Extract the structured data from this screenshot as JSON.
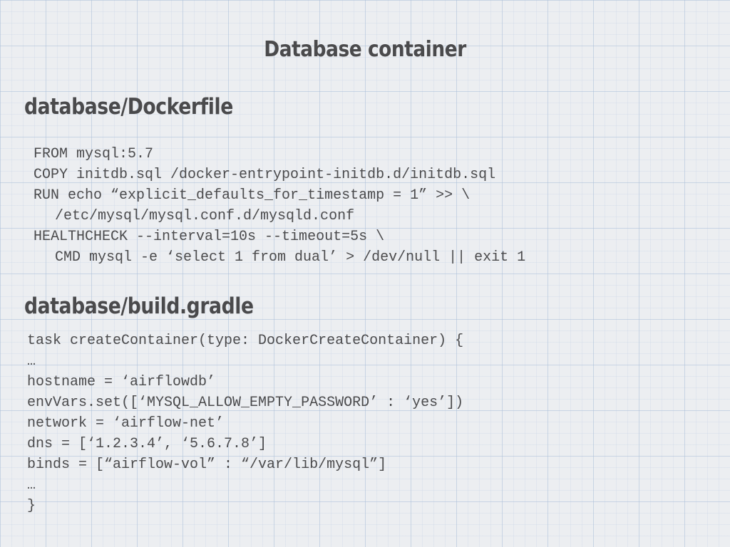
{
  "slide": {
    "title": "Database container"
  },
  "dockerfile": {
    "heading": "database/Dockerfile",
    "lines": [
      "FROM mysql:5.7",
      "COPY initdb.sql /docker-entrypoint-initdb.d/initdb.sql",
      "RUN echo “explicit_defaults_for_timestamp = 1” >> \\",
      "/etc/mysql/mysql.conf.d/mysqld.conf",
      "HEALTHCHECK --interval=10s --timeout=5s \\",
      "CMD mysql -e ‘select 1 from dual’ > /dev/null || exit 1"
    ]
  },
  "gradle": {
    "heading": "database/build.gradle",
    "lines": [
      "task createContainer(type: DockerCreateContainer) {",
      "…",
      "hostname = ‘airflowdb’",
      "envVars.set([‘MYSQL_ALLOW_EMPTY_PASSWORD’ : ‘yes’])",
      "network = ‘airflow-net’",
      "dns = [‘1.2.3.4’, ‘5.6.7.8’]",
      "binds = [“airflow-vol” : “/var/lib/mysql”]",
      "…",
      "}"
    ]
  }
}
